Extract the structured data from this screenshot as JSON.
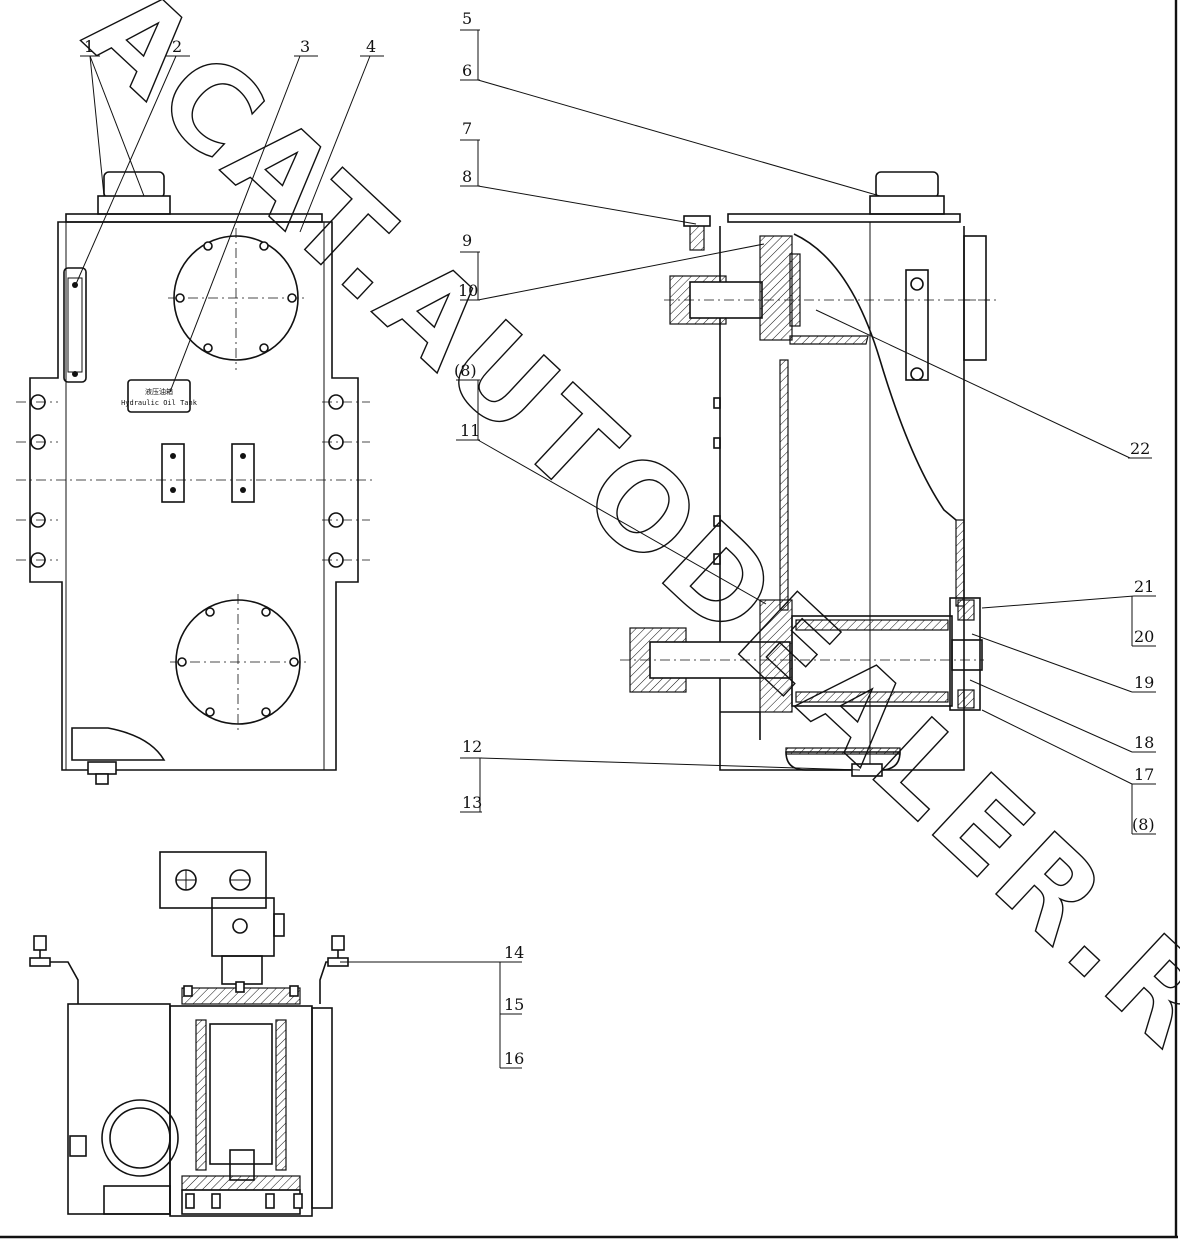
{
  "watermark": "ACAT.AUTODEALER.RU",
  "nameplate": {
    "line1": "液压油箱",
    "line2": "Hydraulic Oil Tank"
  },
  "callouts": {
    "c1": "1",
    "c2": "2",
    "c3": "3",
    "c4": "4",
    "c5": "5",
    "c6": "6",
    "c7": "7",
    "c8": "8",
    "c9": "9",
    "c10": "10",
    "c8a": "(8)",
    "c11": "11",
    "c12": "12",
    "c13": "13",
    "c14": "14",
    "c15": "15",
    "c16": "16",
    "c17": "17",
    "c8b": "(8)",
    "c18": "18",
    "c19": "19",
    "c20": "20",
    "c21": "21",
    "c22": "22"
  }
}
